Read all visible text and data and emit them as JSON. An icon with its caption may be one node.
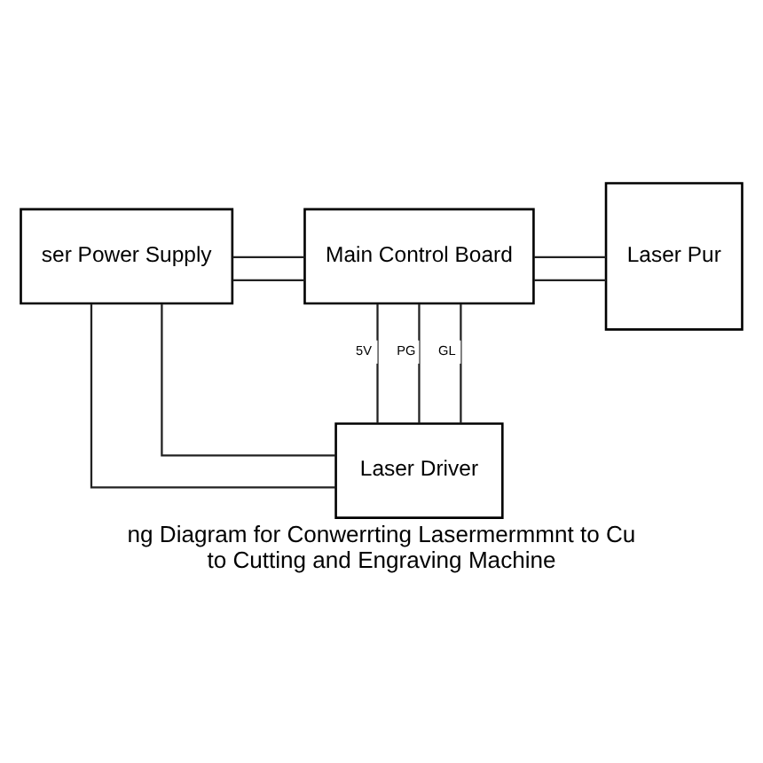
{
  "diagram": {
    "caption": "ng Diagram for Conwerrting Lasermermmnt to Cu to Cutting and Engraving Machine",
    "nodes": [
      {
        "text": [
          "ser Power Supply"
        ]
      },
      {
        "text": [
          "Main Control Board"
        ]
      },
      {
        "text": [
          "Laser Pur"
        ]
      },
      {
        "text": [
          "Laser Driver"
        ]
      }
    ],
    "edges": [
      {
        "from": 0,
        "to": 1,
        "arrow": "none"
      },
      {
        "from": 0,
        "to": 3,
        "arrow": "none"
      },
      {
        "from": 0,
        "to": 1,
        "arrow": "none"
      },
      {
        "from": 0,
        "to": 3,
        "arrow": "none"
      },
      {
        "from": 1,
        "to": 3,
        "arrow": "none",
        "label": "5V"
      },
      {
        "from": 1,
        "to": 3,
        "arrow": "none",
        "label": "PG"
      },
      {
        "from": 1,
        "to": 3,
        "arrow": "none",
        "label": "GL"
      },
      {
        "from": 1,
        "to": 2,
        "arrow": "none"
      },
      {
        "from": 1,
        "to": 2,
        "arrow": "none"
      }
    ]
  }
}
